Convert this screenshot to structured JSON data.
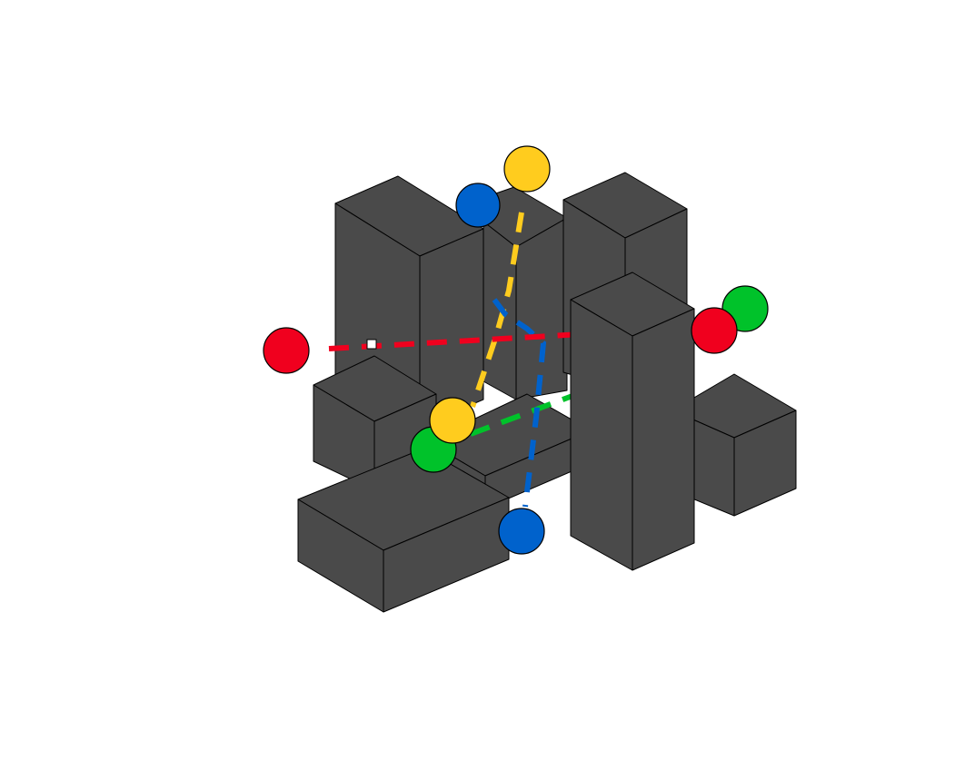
{
  "puzzle": {
    "colors": {
      "red": "#f0001e",
      "green": "#00c22a",
      "blue": "#0062cc",
      "yellow": "#ffcc1e",
      "block": "#4a4a4a",
      "background": "#ffffff"
    },
    "links": [
      {
        "color": "red",
        "endpoints": 2
      },
      {
        "color": "green",
        "endpoints": 2
      },
      {
        "color": "blue",
        "endpoints": 2
      },
      {
        "color": "yellow",
        "endpoints": 2
      }
    ],
    "block_count": 8,
    "icons": [
      "endpoint-node-icon",
      "cursor-square-icon"
    ]
  }
}
